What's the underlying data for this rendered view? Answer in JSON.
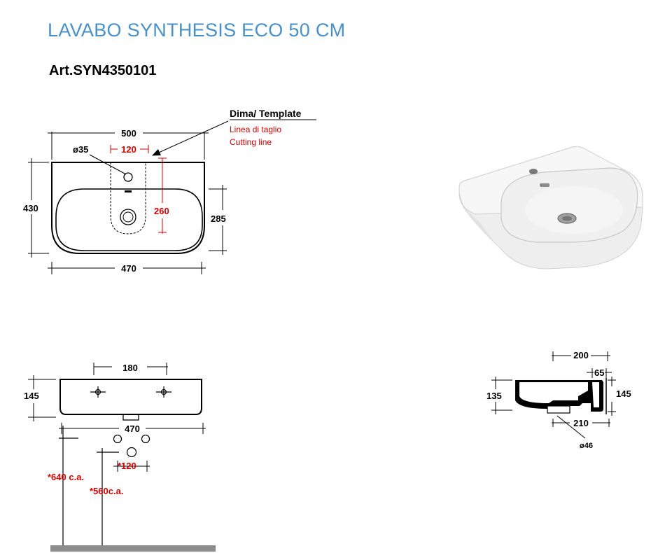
{
  "title": "LAVABO SYNTHESIS ECO 50 CM",
  "article": "Art.SYN4350101",
  "top_view": {
    "width_total": "500",
    "width_bowl": "470",
    "height_total": "430",
    "height_bowl": "285",
    "hole_diameter": "ø35",
    "template_offset": "120",
    "template_depth": "260"
  },
  "template_label": {
    "title": "Dima/ Template",
    "line1": "Linea di taglio",
    "line2": "Cutting line"
  },
  "front_view": {
    "fixings_distance": "180",
    "height": "145",
    "width": "470",
    "drain_height_a": "*640 c.a.",
    "drain_height_b": "*560c.a.",
    "drain_offset": "*120"
  },
  "side_view": {
    "depth_top": "200",
    "back_thickness": "65",
    "height_left": "135",
    "height_right": "145",
    "depth_bottom": "210",
    "drain_diameter": "ø46"
  },
  "colors": {
    "title": "#4a90c8",
    "accent_red": "#d00000",
    "floor": "#8c8c8c"
  }
}
